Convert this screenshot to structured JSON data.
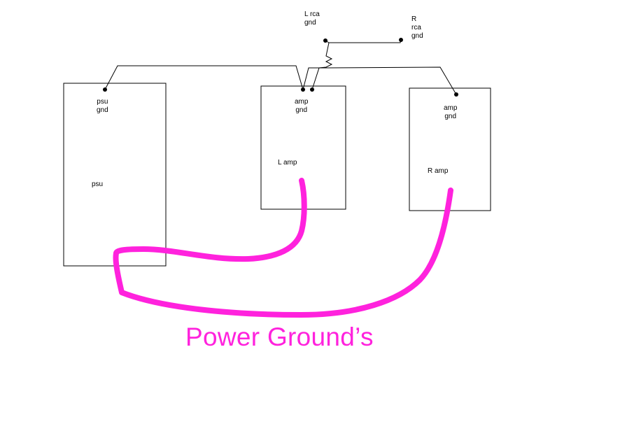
{
  "colors": {
    "background": "#ffffff",
    "wire": "#000000",
    "power_ground": "#ff22dd"
  },
  "labels": {
    "l_rca_gnd": [
      "L rca",
      "gnd"
    ],
    "r_rca_gnd": [
      "R",
      "rca",
      "gnd"
    ],
    "psu_gnd": [
      "psu",
      "gnd"
    ],
    "psu": "psu",
    "l_amp_gnd": [
      "amp",
      "gnd"
    ],
    "l_amp": "L amp",
    "r_amp_gnd": [
      "amp",
      "gnd"
    ],
    "r_amp": "R amp"
  },
  "title": "Power Ground’s"
}
